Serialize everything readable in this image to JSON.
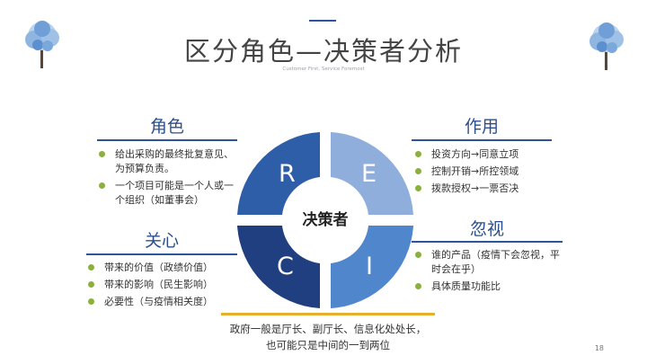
{
  "header": {
    "title": "区分角色—决策者分析",
    "subtitle": "Customer First, Service Foremost"
  },
  "diagram": {
    "center_label": "决策者",
    "quadrants": [
      {
        "letter": "R",
        "color": "#2f5ea8"
      },
      {
        "letter": "E",
        "color": "#8faedc"
      },
      {
        "letter": "C",
        "color": "#1f3f80"
      },
      {
        "letter": "I",
        "color": "#4f86cc"
      }
    ]
  },
  "sections": {
    "role": {
      "title": "角色",
      "items": [
        "给出采购的最终批复意见、为预算负责。",
        "一个项目可能是一个人或一个组织（如董事会）"
      ]
    },
    "effect": {
      "title": "作用",
      "items": [
        "投资方向→同意立项",
        "控制开销→所控领域",
        "拨款授权→一票否决"
      ]
    },
    "concern": {
      "title": "关心",
      "items": [
        "带来的价值（政绩价值）",
        "带来的影响（民生影响）",
        "必要性（与疫情相关度）"
      ]
    },
    "ignore": {
      "title": "忽视",
      "items": [
        "谁的产品（疫情下会忽视，平时会在乎）",
        "具体质量功能比"
      ]
    }
  },
  "bottom_note": {
    "line1": "政府一般是厅长、副厅长、信息化处处长，",
    "line2": "也可能只是中间的一到两位"
  },
  "page_number": "18",
  "colors": {
    "accent_blue": "#2e5597",
    "bullet_green": "#8bb03e",
    "note_border": "#e5b02b"
  }
}
